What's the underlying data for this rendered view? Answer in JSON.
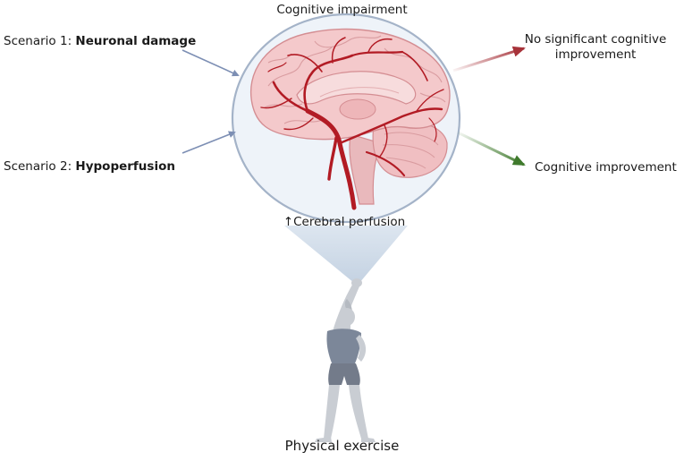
{
  "labels": {
    "top": "Cognitive impairment",
    "scenario1_prefix": "Scenario 1: ",
    "scenario1_bold": "Neuronal damage",
    "scenario2_prefix": "Scenario 2: ",
    "scenario2_bold": "Hypoperfusion",
    "no_improvement": "No significant cognitive improvement",
    "improvement": "Cognitive improvement",
    "perfusion_arrow": "↑",
    "perfusion": "Cerebral perfusion",
    "exercise": "Physical exercise"
  },
  "colors": {
    "circle_fill": "#eef3f9",
    "circle_stroke": "#a4b3c8",
    "beam": "#cfdbe8",
    "input_arrow": "#7d8fb4",
    "red_arrow": "#a7333a",
    "green_arrow": "#3f7a2c",
    "brain_fill": "#f2c5c7",
    "brain_stroke": "#d48d92",
    "vessel": "#b21b24",
    "figure": "#c9cdd3",
    "figure_top": "#7c8799",
    "figure_shorts": "#737b8a"
  },
  "icons": {
    "brain": "brain-with-vessels-icon",
    "person": "stretching-woman-icon"
  }
}
